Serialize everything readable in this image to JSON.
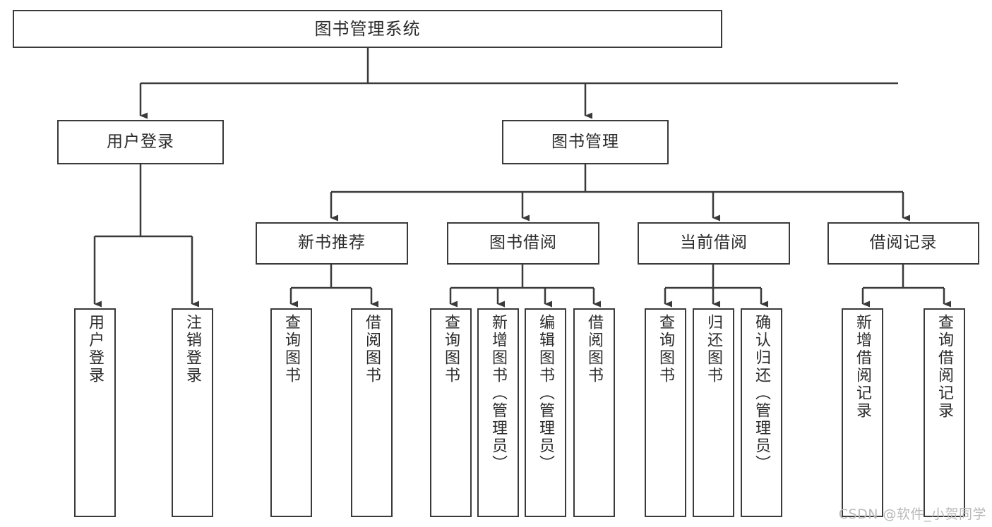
{
  "diagram": {
    "title": "图书管理系统",
    "type": "tree-hierarchy-diagram",
    "style": {
      "box_border_color": "#3a3a3a",
      "box_fill_color": "#ffffff",
      "line_color": "#3a3a3a",
      "text_color": "#2b2b2b",
      "background_color": "#ffffff",
      "watermark_color": "#b9b9b9"
    },
    "root": {
      "label": "图书管理系统"
    },
    "level2": [
      {
        "id": "user-login",
        "label": "用户登录"
      },
      {
        "id": "book-management",
        "label": "图书管理"
      }
    ],
    "level3": [
      {
        "id": "new-book-recommend",
        "label": "新书推荐"
      },
      {
        "id": "book-borrow",
        "label": "图书借阅"
      },
      {
        "id": "current-borrow",
        "label": "当前借阅"
      },
      {
        "id": "borrow-record",
        "label": "借阅记录"
      }
    ],
    "leaves": {
      "user_login": [
        {
          "id": "leaf-user-login",
          "label": "用户登录"
        },
        {
          "id": "leaf-logout-login",
          "label": "注销登录"
        }
      ],
      "new_book_recommend": [
        {
          "id": "leaf-query-book-1",
          "label": "查询图书"
        },
        {
          "id": "leaf-borrow-book-1",
          "label": "借阅图书"
        }
      ],
      "book_borrow": [
        {
          "id": "leaf-query-book-2",
          "label": "查询图书"
        },
        {
          "id": "leaf-add-book",
          "label": "新增图书（管理员）"
        },
        {
          "id": "leaf-edit-book",
          "label": "编辑图书（管理员）"
        },
        {
          "id": "leaf-borrow-book-2",
          "label": "借阅图书"
        }
      ],
      "current_borrow": [
        {
          "id": "leaf-query-book-3",
          "label": "查询图书"
        },
        {
          "id": "leaf-return-book",
          "label": "归还图书"
        },
        {
          "id": "leaf-confirm-return",
          "label": "确认归还（管理员）"
        }
      ],
      "borrow_record": [
        {
          "id": "leaf-add-record",
          "label": "新增借阅记录"
        },
        {
          "id": "leaf-query-record",
          "label": "查询借阅记录"
        }
      ]
    }
  },
  "watermark": {
    "text": "CSDN @软件_小贺同学"
  }
}
